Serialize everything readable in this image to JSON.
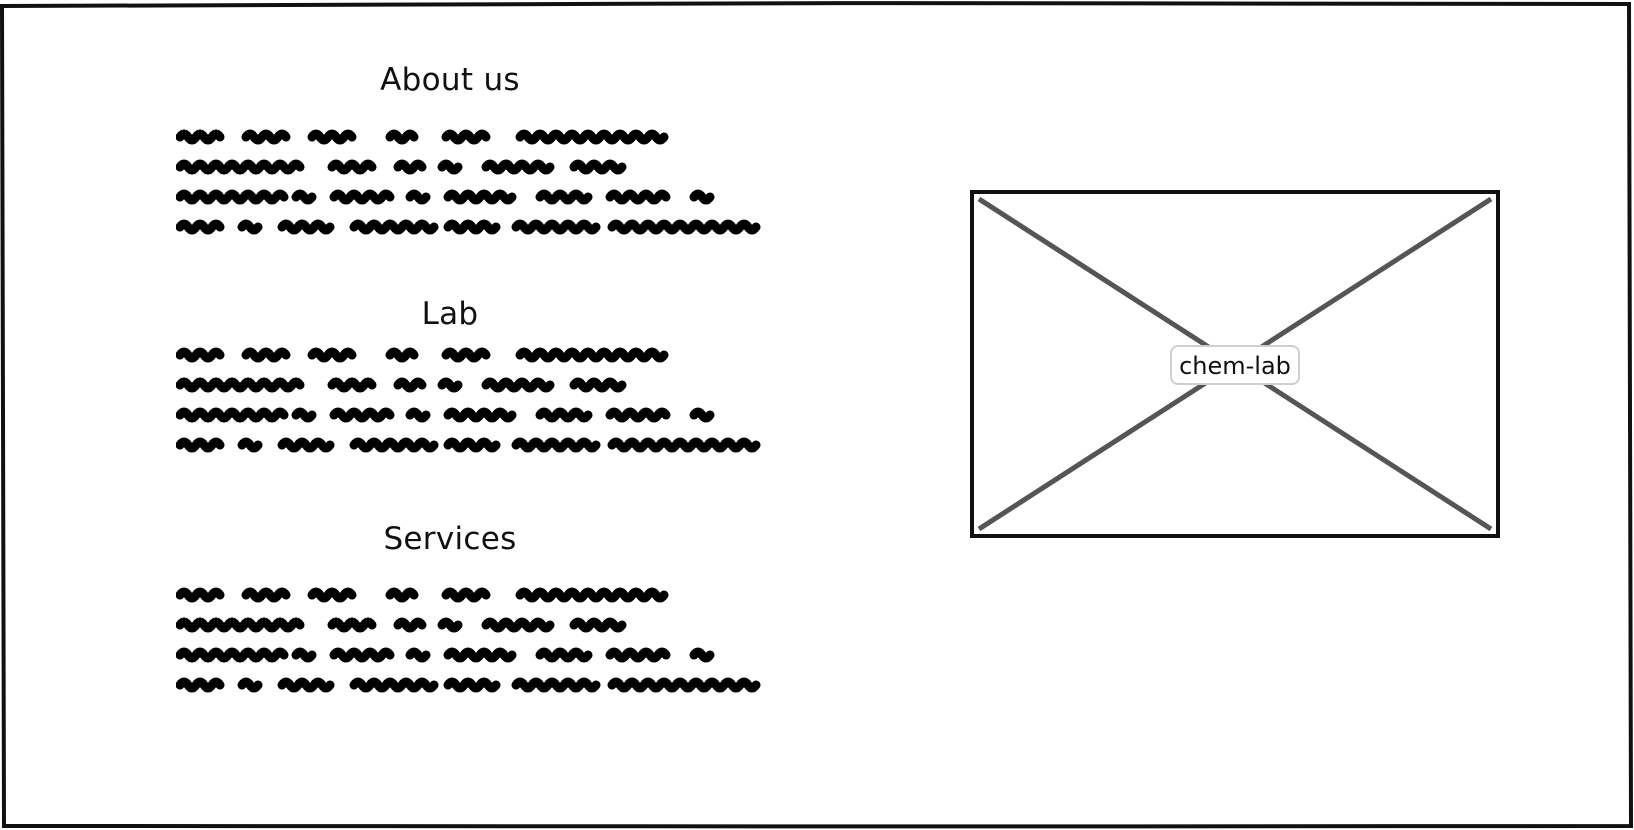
{
  "sections": [
    {
      "title": "About us"
    },
    {
      "title": "Lab"
    },
    {
      "title": "Services"
    }
  ],
  "image": {
    "label": "chem-lab"
  }
}
